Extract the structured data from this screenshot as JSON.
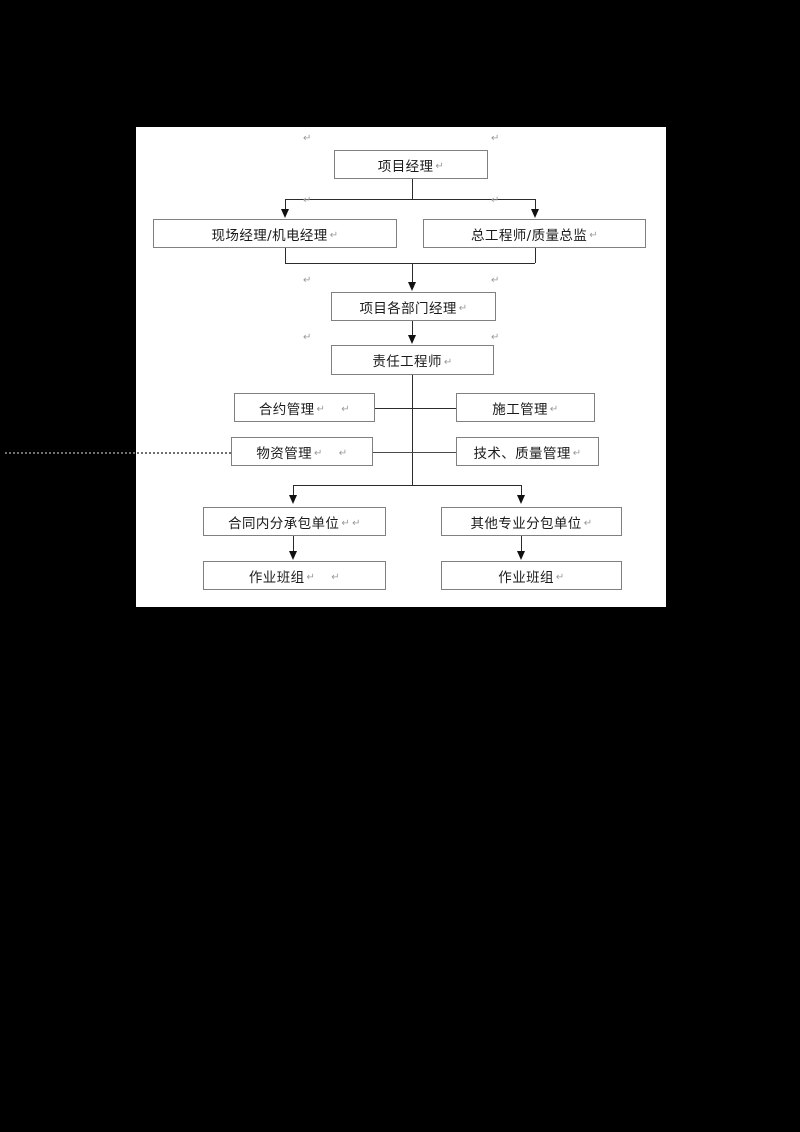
{
  "page": {
    "background_color": "#000000",
    "canvas_color": "#ffffff"
  },
  "diagram": {
    "type": "organization-chart",
    "title": "",
    "box_border_color": "#808080",
    "connector_color": "#2b2b2b",
    "nodes": {
      "project_manager": "项目经理",
      "site_manager": "现场经理/机电经理",
      "chief_engineer": "总工程师/质量总监",
      "department_managers": "项目各部门经理",
      "responsible_engineer": "责任工程师",
      "contract_management": "合约管理",
      "construction_management": "施工管理",
      "materials_management": "物资管理",
      "tech_quality_management": "技术、质量管理",
      "in_contract_subcontractor": "合同内分承包单位",
      "other_professional_subcontractor": "其他专业分包单位",
      "work_team_left": "作业班组",
      "work_team_right": "作业班组"
    },
    "return_mark": "↵"
  }
}
